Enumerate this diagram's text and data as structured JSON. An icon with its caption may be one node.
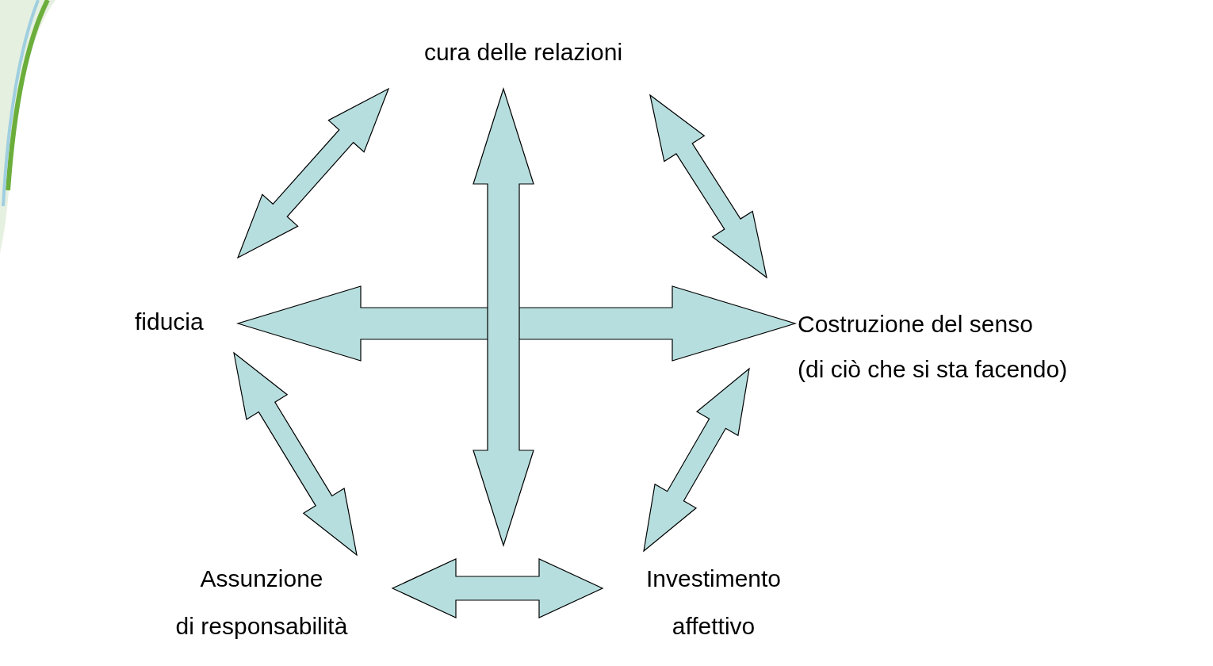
{
  "diagram": {
    "nodes": [
      {
        "text": [
          "cura delle relazioni"
        ]
      },
      {
        "text": [
          "fiducia"
        ]
      },
      {
        "text": [
          "Costruzione del senso (di ciò che si sta facendo)"
        ]
      },
      {
        "text": [
          "Assunzione di responsabilità"
        ]
      },
      {
        "text": [
          "Investimento affettivo"
        ]
      }
    ],
    "edges": [
      {
        "from": 0,
        "to": null,
        "arrow": "both"
      },
      {
        "from": 1,
        "to": 2,
        "arrow": "both"
      },
      {
        "from": 1,
        "to": 0,
        "arrow": "both"
      },
      {
        "from": 0,
        "to": 2,
        "arrow": "both"
      },
      {
        "from": 1,
        "to": 3,
        "arrow": "both"
      },
      {
        "from": 2,
        "to": 4,
        "arrow": "both"
      },
      {
        "from": 3,
        "to": 4,
        "arrow": "both"
      }
    ]
  }
}
